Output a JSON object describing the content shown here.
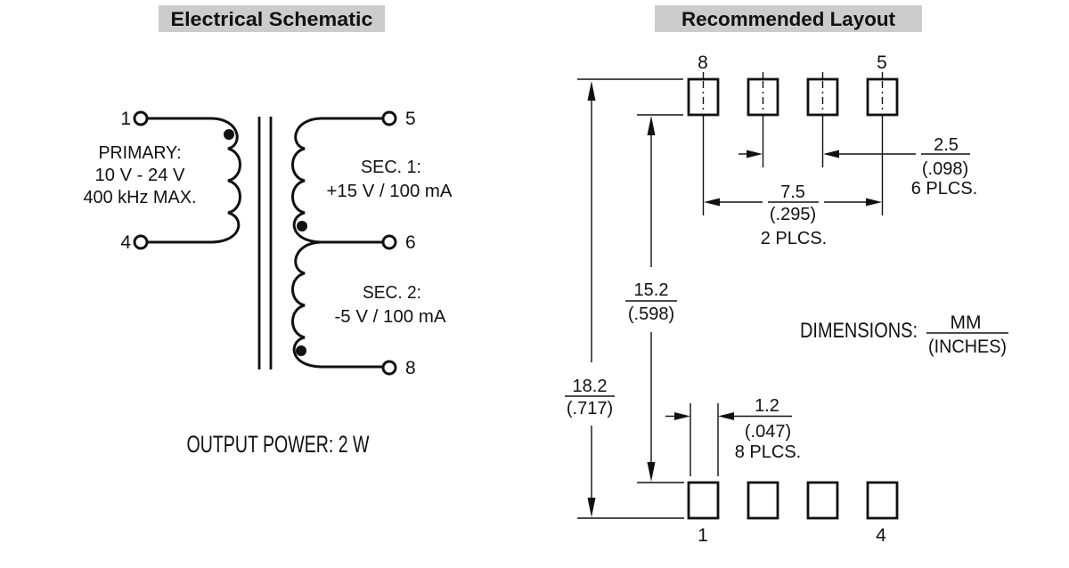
{
  "colors": {
    "ink": "#111111",
    "header_bg": "#cccccc",
    "background": "#ffffff"
  },
  "headers": {
    "left": "Electrical Schematic",
    "right": "Recommended Layout"
  },
  "schematic": {
    "pin1": "1",
    "pin4": "4",
    "pin5": "5",
    "pin6": "6",
    "pin8": "8",
    "primary_line1": "PRIMARY:",
    "primary_line2": "10 V - 24 V",
    "primary_line3": "400 kHz MAX.",
    "sec1_line1": "SEC. 1:",
    "sec1_line2": "+15 V / 100 mA",
    "sec2_line1": "SEC. 2:",
    "sec2_line2": "-5 V / 100 mA",
    "output_power": "OUTPUT POWER: 2 W"
  },
  "layout": {
    "top_left_pin": "8",
    "top_right_pin": "5",
    "bottom_left_pin": "1",
    "bottom_right_pin": "4",
    "dim_pitch": {
      "mm": "2.5",
      "inches": "(.098)",
      "note": "6 PLCS."
    },
    "dim_row_span": {
      "mm": "7.5",
      "inches": "(.295)",
      "note": "2 PLCS."
    },
    "dim_inner_height": {
      "mm": "15.2",
      "inches": "(.598)"
    },
    "dim_outer_height": {
      "mm": "18.2",
      "inches": "(.717)"
    },
    "dim_pad_width": {
      "mm": "1.2",
      "inches": "(.047)",
      "note": "8 PLCS."
    },
    "units": {
      "label": "DIMENSIONS:",
      "numerator": "MM",
      "denominator": "(INCHES)"
    }
  }
}
